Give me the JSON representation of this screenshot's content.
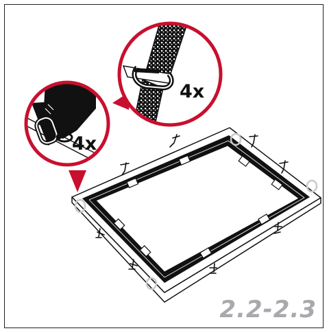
{
  "step": {
    "number": "2.2-2.3"
  },
  "callouts": {
    "left": {
      "quantity": "4x",
      "item": "carabiner-clip"
    },
    "right": {
      "quantity": "4x",
      "item": "ring-clip-on-strap"
    }
  },
  "colors": {
    "callout_ring": "#c8102e",
    "ink": "#111111",
    "step_number": "#a7a9ac",
    "corner_highlight": "#c9c9c9"
  }
}
